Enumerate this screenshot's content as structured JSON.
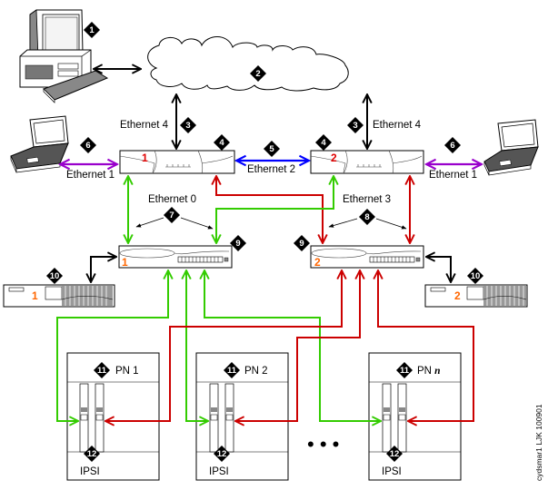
{
  "colors": {
    "black_link": "#000000",
    "purple_link": "#9900cc",
    "blue_link": "#0000ff",
    "green_link": "#33cc00",
    "red_link": "#cc0000",
    "server_number": "#e00000",
    "switch_number": "#ff6600",
    "ups_number": "#ff6600"
  },
  "labels": {
    "eth4_left": "Ethernet 4",
    "eth4_right": "Ethernet 4",
    "eth1_left": "Ethernet 1",
    "eth1_right": "Ethernet 1",
    "eth2": "Ethernet 2",
    "eth0": "Ethernet 0",
    "eth3": "Ethernet 3"
  },
  "callouts": {
    "pc": "1",
    "network": "2",
    "eth4_left": "3",
    "eth4_right": "3",
    "server_left": "4",
    "server_right": "4",
    "eth2": "5",
    "laptop_left": "6",
    "laptop_right": "6",
    "eth0": "7",
    "eth3": "8",
    "switch_left": "9",
    "switch_right": "9",
    "ups_left": "10",
    "ups_right": "10",
    "pn1": "11",
    "pn2": "11",
    "pnn": "11",
    "ipsi1": "12",
    "ipsi2": "12",
    "ipsin": "12"
  },
  "servers": [
    {
      "number": "1"
    },
    {
      "number": "2"
    }
  ],
  "switches": [
    {
      "number": "1"
    },
    {
      "number": "2"
    }
  ],
  "ups": [
    {
      "number": "1"
    },
    {
      "number": "2"
    }
  ],
  "port_networks": [
    {
      "name_prefix": "PN ",
      "name_suffix": "1",
      "ipsi_label": "IPSI"
    },
    {
      "name_prefix": "PN ",
      "name_suffix": "2",
      "ipsi_label": "IPSI"
    },
    {
      "name_prefix": "PN ",
      "name_suffix": "n",
      "ipsi_label": "IPSI"
    }
  ],
  "ellipsis": "• • •",
  "credit": "cydsmar1 LJK 100901"
}
